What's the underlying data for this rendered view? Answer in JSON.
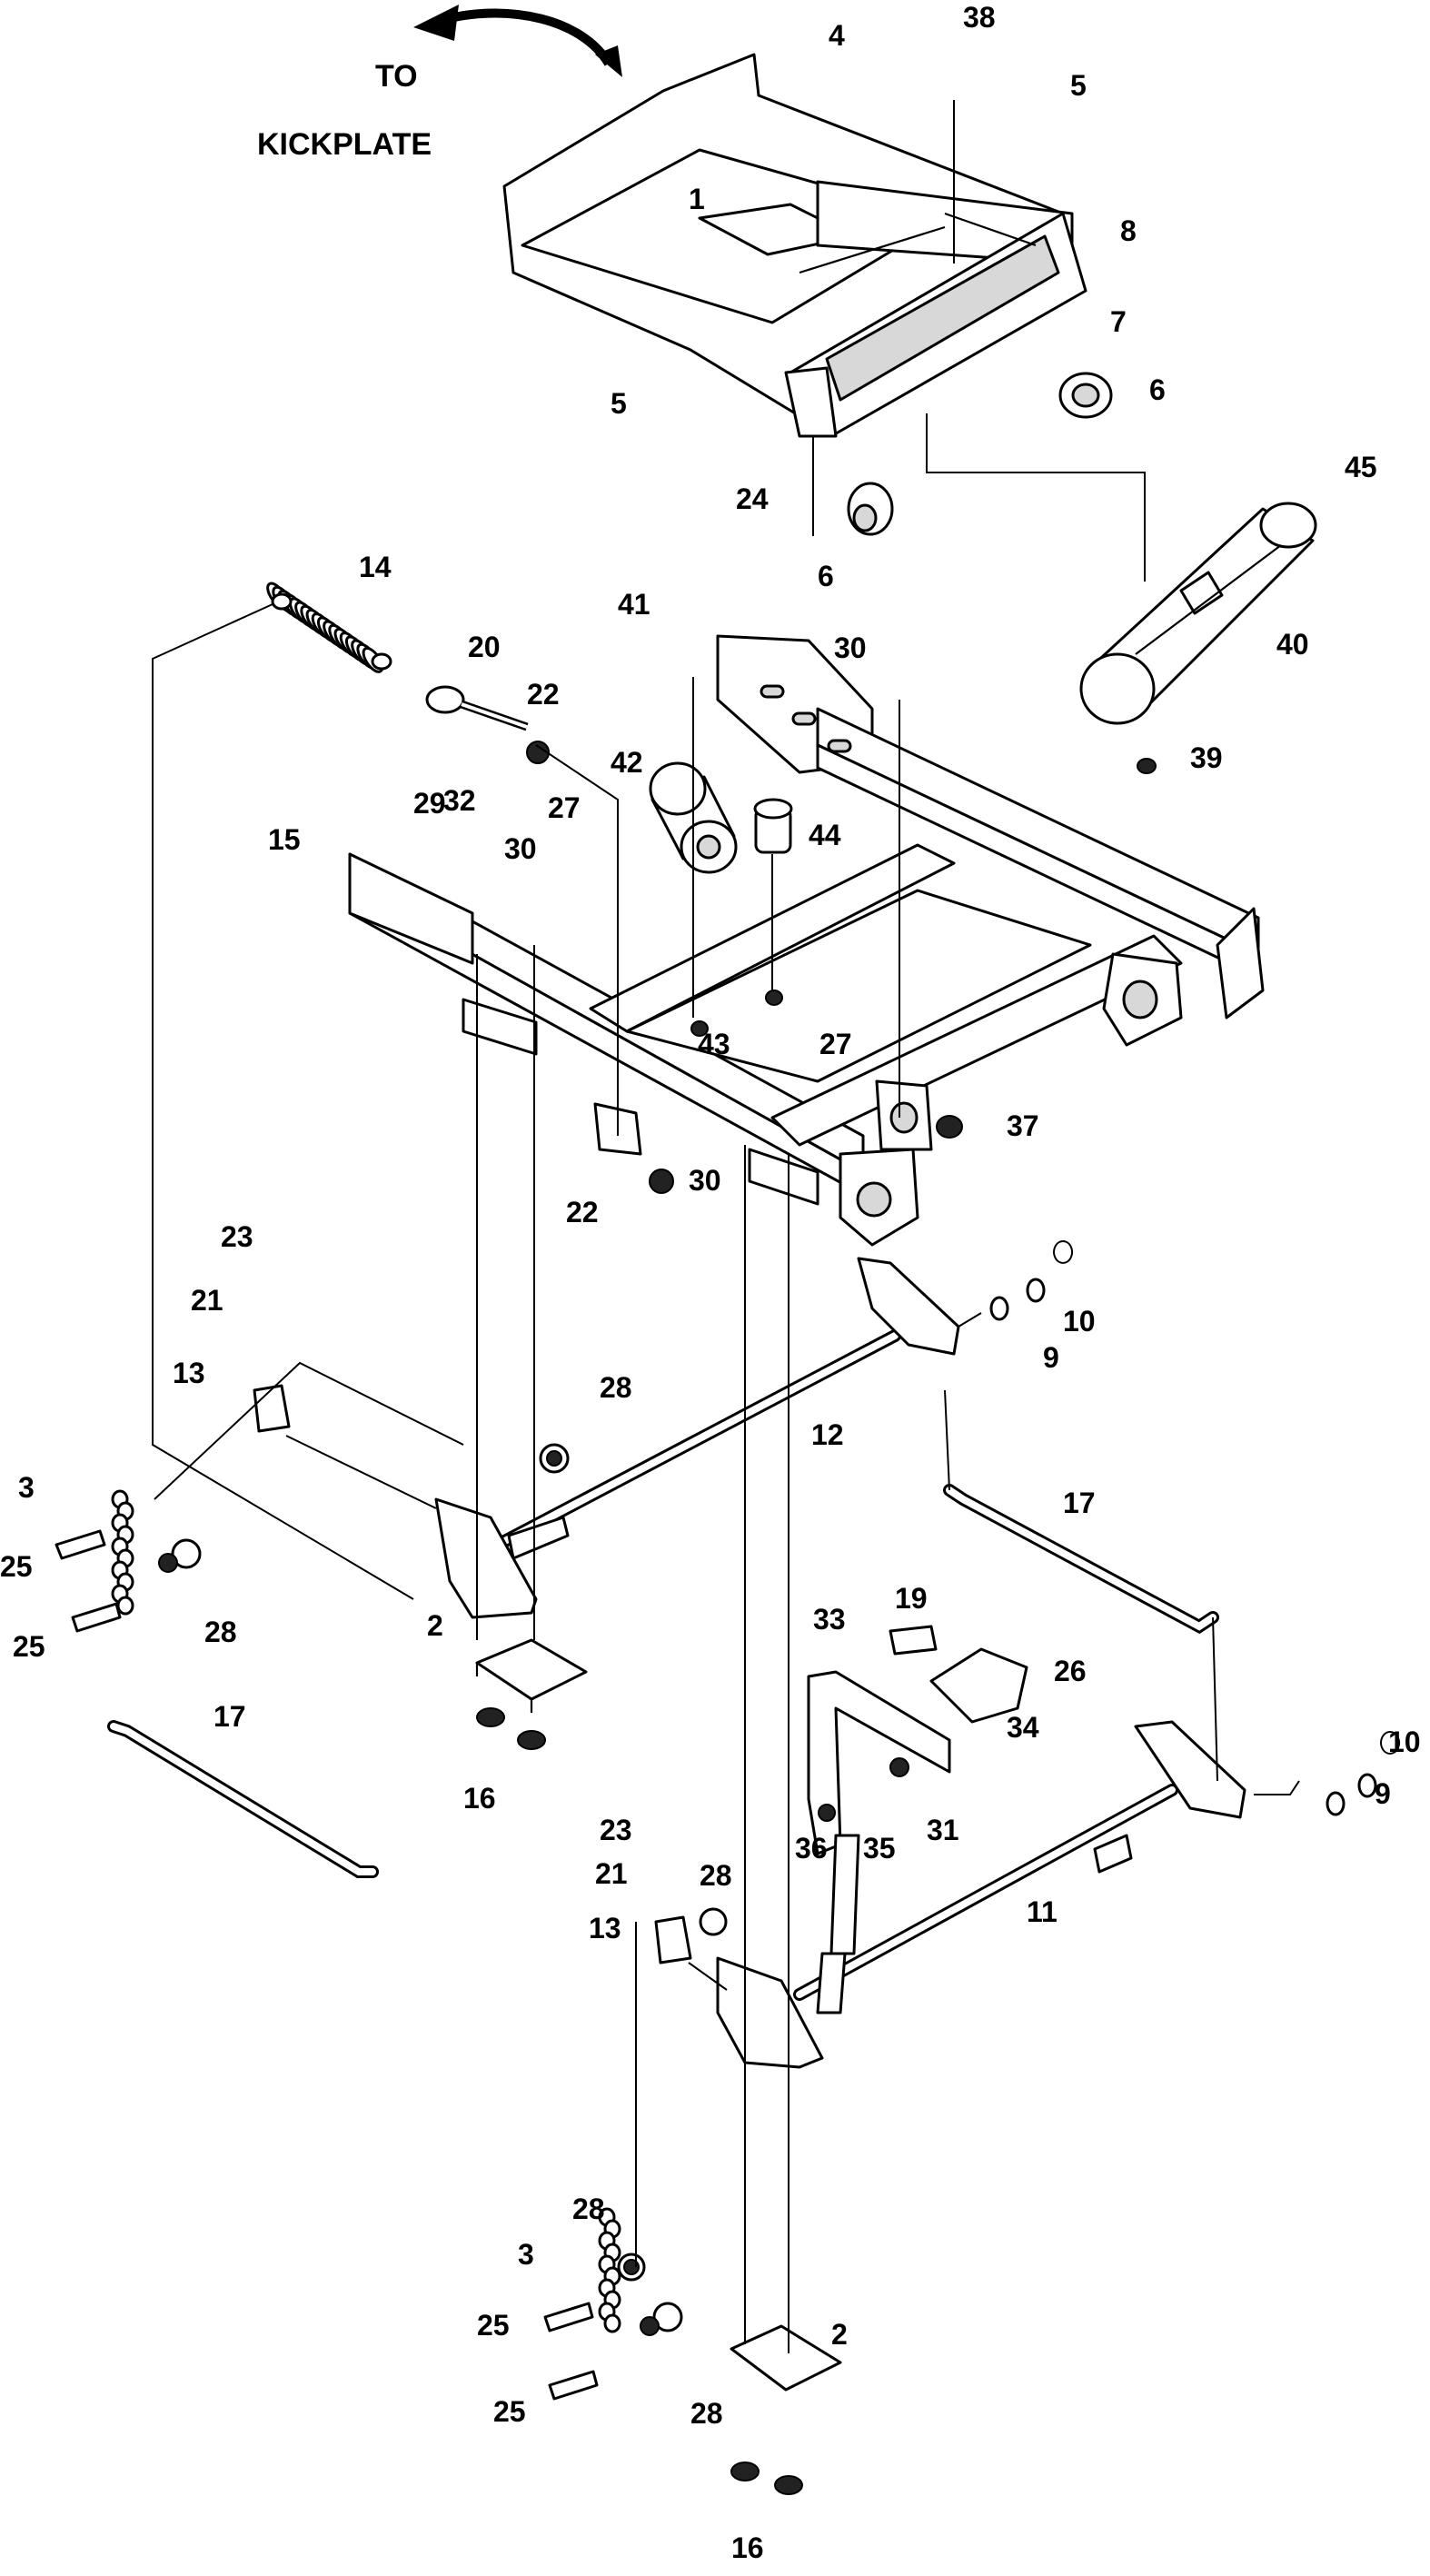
{
  "header": {
    "line1": "TO",
    "line2": "KICKPLATE"
  },
  "callouts": {
    "c1": "1",
    "c2a": "2",
    "c2b": "2",
    "c3a": "3",
    "c3b": "3",
    "c4": "4",
    "c5a": "5",
    "c5b": "5",
    "c6a": "6",
    "c6b": "6",
    "c7": "7",
    "c8": "8",
    "c9a": "9",
    "c9b": "9",
    "c10a": "10",
    "c10b": "10",
    "c11": "11",
    "c12": "12",
    "c13a": "13",
    "c13b": "13",
    "c14": "14",
    "c15": "15",
    "c16a": "16",
    "c16b": "16",
    "c17a": "17",
    "c17b": "17",
    "c19": "19",
    "c20": "20",
    "c21a": "21",
    "c21b": "21",
    "c22a": "22",
    "c22b": "22",
    "c23a": "23",
    "c23b": "23",
    "c24": "24",
    "c25a": "25",
    "c25b": "25",
    "c25c": "25",
    "c25d": "25",
    "c26": "26",
    "c27a": "27",
    "c27b": "27",
    "c28a": "28",
    "c28b": "28",
    "c28c": "28",
    "c28d": "28",
    "c28e": "28",
    "c29": "29",
    "c30a": "30",
    "c30b": "30",
    "c30c": "30",
    "c31": "31",
    "c32": "32",
    "c33": "33",
    "c34": "34",
    "c35": "35",
    "c36": "36",
    "c37": "37",
    "c38": "38",
    "c39": "39",
    "c40": "40",
    "c41": "41",
    "c42": "42",
    "c43": "43",
    "c44": "44",
    "c45": "45"
  },
  "parts": {
    "seat_pan": "seat-pan",
    "frame": "frame",
    "spring": "spring",
    "lift_rod_upper": "lift-rod",
    "lift_rod_lower": "lift-rod",
    "cross_shaft_upper": "cross-shaft",
    "cross_shaft_lower": "cross-shaft",
    "canister": "canister",
    "roller": "roller"
  }
}
